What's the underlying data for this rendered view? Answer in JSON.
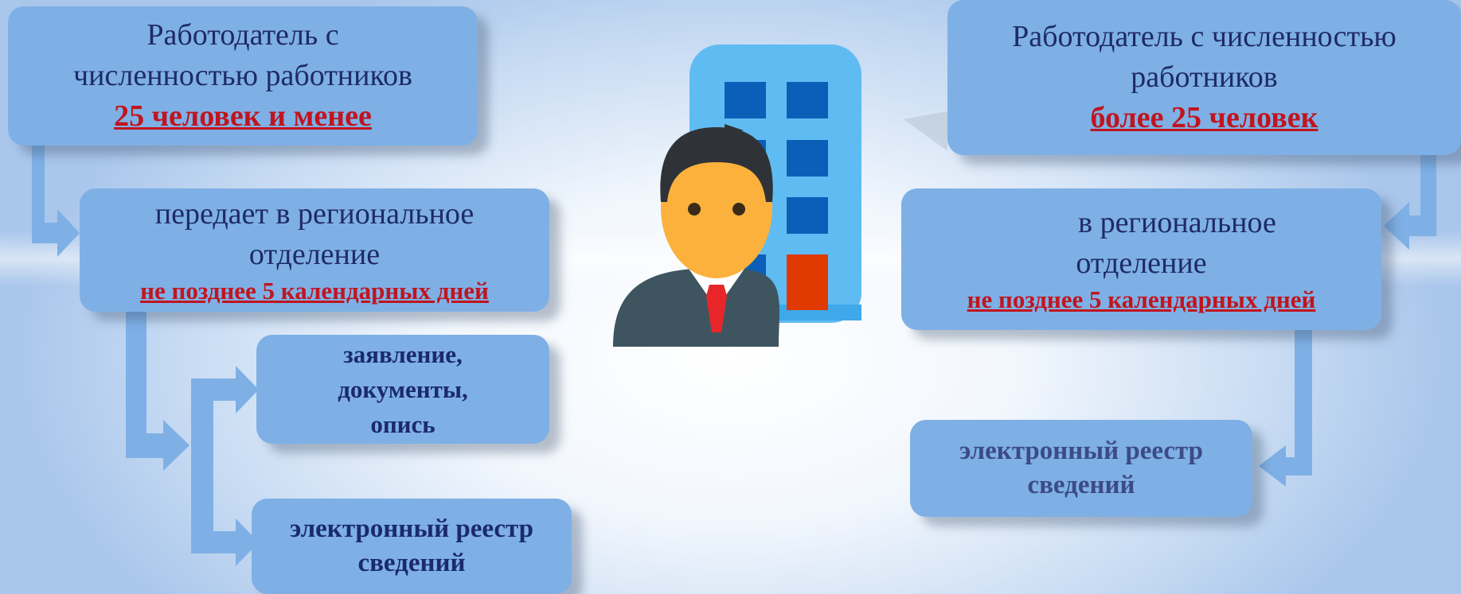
{
  "left": {
    "top_box": {
      "line1": "Работодатель с",
      "line2": "численностью работников",
      "highlight": "25 человек и менее"
    },
    "mid_box": {
      "line1": "передает в региональное",
      "line2": "отделение",
      "highlight": "не позднее 5 календарных дней"
    },
    "docs_box": {
      "line1": "заявление,",
      "line2": "документы,",
      "line3": "опись"
    },
    "registry_box": {
      "line1": "электронный реестр",
      "line2": "сведений"
    }
  },
  "right": {
    "top_box": {
      "line1": "Работодатель с численностью",
      "line2": "работников",
      "highlight": "более 25 человек"
    },
    "mid_box": {
      "line1": "в региональное",
      "line2": "отделение",
      "highlight": "не позднее 5 календарных дней"
    },
    "registry_box": {
      "line1": "электронный реестр",
      "line2": "сведений"
    }
  },
  "colors": {
    "box": "#7eb0e6",
    "arrow": "#7eb0e6",
    "text": "#1f2a66",
    "highlight": "#c0151e",
    "building": "#5fbcf2",
    "window": "#0c5fb8",
    "door": "#e03a00",
    "hair": "#2f3337",
    "face": "#fbb13c",
    "suit": "#3e5560",
    "tie": "#e8262a"
  },
  "icons": {
    "center": "businessman-building-icon"
  }
}
